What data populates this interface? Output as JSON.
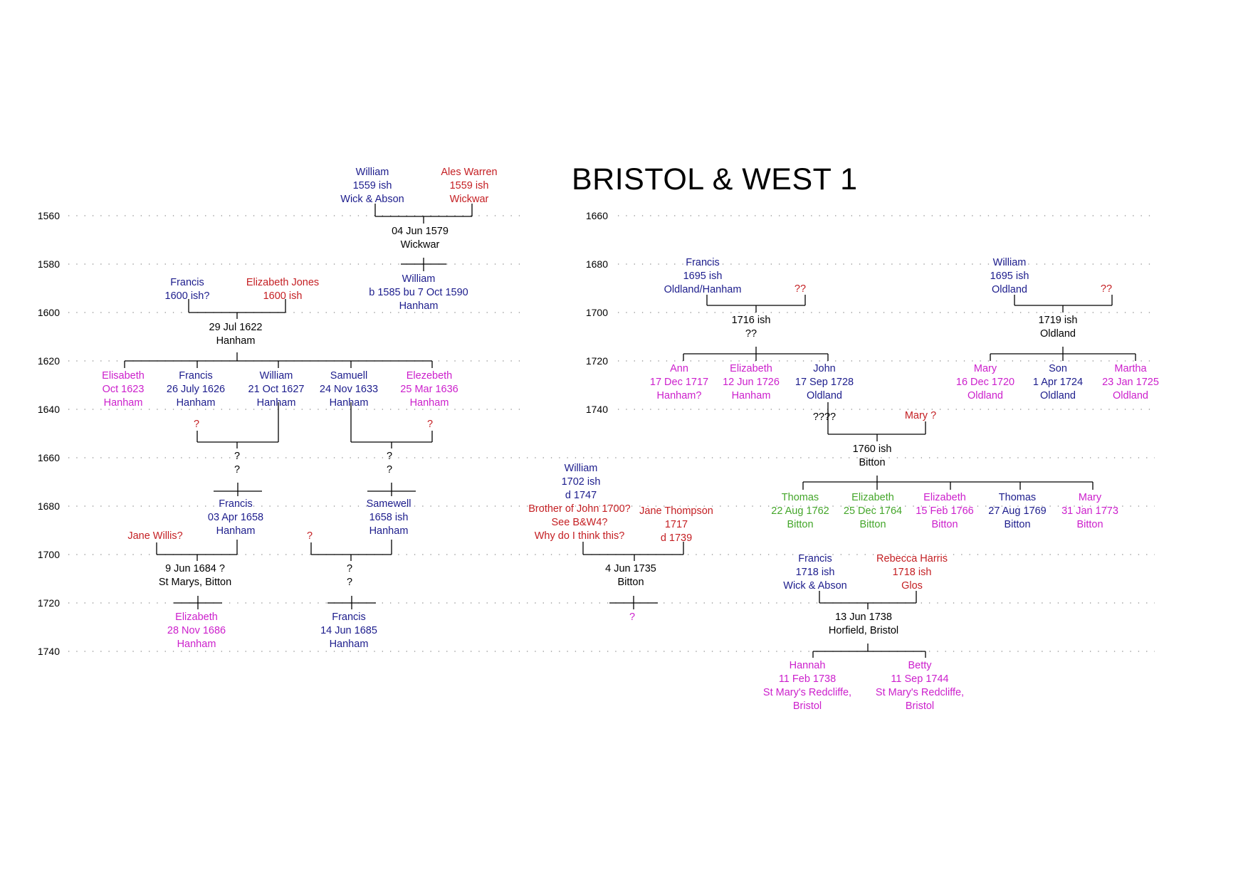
{
  "title": "BRISTOL & WEST 1",
  "colors": {
    "male": "#1c1c8c",
    "female": "#cc1fcc",
    "spouse": "#c41e22",
    "event": "#000000",
    "green": "#44a62a",
    "line": "#000000",
    "dots": "#8a8a8a"
  },
  "left_years": [
    "1560",
    "1580",
    "1600",
    "1620",
    "1640",
    "1660",
    "1680",
    "1700",
    "1720",
    "1740"
  ],
  "right_years": [
    "1660",
    "1680",
    "1700",
    "1720",
    "1740"
  ],
  "nodes": {
    "n1": {
      "role": "male",
      "lines": [
        "William",
        "1559 ish",
        "Wick & Abson"
      ]
    },
    "n2": {
      "role": "spouse",
      "lines": [
        "Ales Warren",
        "1559 ish",
        "Wickwar"
      ]
    },
    "n3": {
      "role": "event",
      "lines": [
        "04 Jun 1579",
        "Wickwar"
      ]
    },
    "n4": {
      "role": "male",
      "lines": [
        "William",
        "b 1585 bu 7 Oct 1590",
        "Hanham"
      ]
    },
    "n5": {
      "role": "male",
      "lines": [
        "Francis",
        "1600 ish?"
      ]
    },
    "n6": {
      "role": "spouse",
      "lines": [
        "Elizabeth Jones",
        "1600 ish"
      ]
    },
    "n7": {
      "role": "event",
      "lines": [
        "29 Jul 1622",
        "Hanham"
      ]
    },
    "n8": {
      "role": "female",
      "lines": [
        "Elisabeth",
        "Oct 1623",
        "Hanham"
      ]
    },
    "n9": {
      "role": "male",
      "lines": [
        "Francis",
        "26 July 1626",
        "Hanham"
      ]
    },
    "n10": {
      "role": "male",
      "lines": [
        "William",
        "21 Oct 1627",
        "Hanham"
      ]
    },
    "n11": {
      "role": "male",
      "lines": [
        "Samuell",
        "24 Nov 1633",
        "Hanham"
      ]
    },
    "n12": {
      "role": "female",
      "lines": [
        "Elezebeth",
        "25 Mar 1636",
        "Hanham"
      ]
    },
    "n13": {
      "role": "spouse",
      "lines": [
        "?"
      ]
    },
    "n14": {
      "role": "spouse",
      "lines": [
        "?"
      ]
    },
    "n15": {
      "role": "event",
      "lines": [
        "?",
        "?"
      ]
    },
    "n16": {
      "role": "event",
      "lines": [
        "?",
        "?"
      ]
    },
    "n17": {
      "role": "male",
      "lines": [
        "Francis",
        "03 Apr 1658",
        "Hanham"
      ]
    },
    "n18": {
      "role": "male",
      "lines": [
        "Samewell",
        "1658 ish",
        "Hanham"
      ]
    },
    "n19": {
      "role": "spouse",
      "lines": [
        "Jane Willis?"
      ]
    },
    "n20": {
      "role": "spouse",
      "lines": [
        "?"
      ]
    },
    "n21": {
      "role": "event",
      "lines": [
        "9 Jun 1684 ?",
        "St Marys, Bitton"
      ]
    },
    "n22": {
      "role": "event",
      "lines": [
        "?",
        "?"
      ]
    },
    "n23": {
      "role": "female",
      "lines": [
        "Elizabeth",
        "28 Nov 1686",
        "Hanham"
      ]
    },
    "n24": {
      "role": "male",
      "lines": [
        "Francis",
        "14 Jun 1685",
        "Hanham"
      ]
    },
    "n25": {
      "role": "male",
      "lines": [
        "William",
        "1702 ish",
        "d 1747"
      ]
    },
    "n26": {
      "role": "spouse",
      "lines": [
        "Brother of John 1700?",
        "See B&W4?",
        "Why do I think this?"
      ]
    },
    "n27": {
      "role": "spouse",
      "lines": [
        "Jane Thompson",
        "1717",
        "d 1739"
      ]
    },
    "n28": {
      "role": "event",
      "lines": [
        "4 Jun 1735",
        "Bitton"
      ]
    },
    "n29": {
      "role": "female",
      "lines": [
        "?"
      ]
    },
    "n30": {
      "role": "male",
      "lines": [
        "Francis",
        "1695 ish",
        "Oldland/Hanham"
      ]
    },
    "n31": {
      "role": "spouse",
      "lines": [
        "??"
      ]
    },
    "n32": {
      "role": "event",
      "lines": [
        "1716 ish",
        "??"
      ]
    },
    "n33": {
      "role": "female",
      "lines": [
        "Ann",
        "17 Dec 1717",
        "Hanham?"
      ]
    },
    "n34": {
      "role": "female",
      "lines": [
        "Elizabeth",
        "12 Jun 1726",
        "Hanham"
      ]
    },
    "n35": {
      "role": "male",
      "lines": [
        "John",
        "17 Sep 1728",
        "Oldland"
      ]
    },
    "n36": {
      "role": "event",
      "lines": [
        "????"
      ]
    },
    "n37": {
      "role": "spouse",
      "lines": [
        "Mary ?"
      ]
    },
    "n38": {
      "role": "event",
      "lines": [
        "1760 ish",
        "Bitton"
      ]
    },
    "n39": {
      "role": "green",
      "lines": [
        "Thomas",
        "22 Aug 1762",
        "Bitton"
      ]
    },
    "n40": {
      "role": "green",
      "lines": [
        "Elizabeth",
        "25 Dec 1764",
        "Bitton"
      ]
    },
    "n41": {
      "role": "female",
      "lines": [
        "Elizabeth",
        "15 Feb 1766",
        "Bitton"
      ]
    },
    "n42": {
      "role": "male",
      "lines": [
        "Thomas",
        "27 Aug 1769",
        "Bitton"
      ]
    },
    "n43": {
      "role": "female",
      "lines": [
        "Mary",
        "31 Jan 1773",
        "Bitton"
      ]
    },
    "n44": {
      "role": "male",
      "lines": [
        "Francis",
        "1718 ish",
        "Wick & Abson"
      ]
    },
    "n45": {
      "role": "spouse",
      "lines": [
        "Rebecca Harris",
        "1718 ish",
        "Glos"
      ]
    },
    "n46": {
      "role": "event",
      "lines": [
        "13 Jun 1738",
        "Horfield, Bristol"
      ]
    },
    "n47": {
      "role": "female",
      "lines": [
        "Hannah",
        "11 Feb 1738",
        "St Mary's Redcliffe,",
        "Bristol"
      ]
    },
    "n48": {
      "role": "female",
      "lines": [
        "Betty",
        "11 Sep 1744",
        "St Mary's Redcliffe,",
        "Bristol"
      ]
    },
    "n49": {
      "role": "male",
      "lines": [
        "William",
        "1695 ish",
        "Oldland"
      ]
    },
    "n50": {
      "role": "spouse",
      "lines": [
        "??"
      ]
    },
    "n51": {
      "role": "event",
      "lines": [
        "1719 ish",
        "Oldland"
      ]
    },
    "n52": {
      "role": "female",
      "lines": [
        "Mary",
        "16 Dec 1720",
        "Oldland"
      ]
    },
    "n53": {
      "role": "male",
      "lines": [
        "Son",
        "1 Apr 1724",
        "Oldland"
      ]
    },
    "n54": {
      "role": "female",
      "lines": [
        "Martha",
        "23 Jan 1725",
        "Oldland"
      ]
    }
  }
}
